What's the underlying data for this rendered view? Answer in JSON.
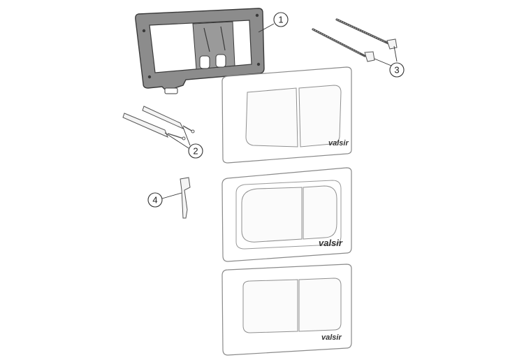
{
  "callouts": [
    {
      "id": "frame",
      "label": "1"
    },
    {
      "id": "wall-plugs",
      "label": "2"
    },
    {
      "id": "threaded-rods",
      "label": "3"
    },
    {
      "id": "linkage-rod",
      "label": "4"
    }
  ],
  "plates": [
    {
      "style": "square",
      "brand": "valsir"
    },
    {
      "style": "oval",
      "brand": "valsir"
    },
    {
      "style": "rounded",
      "brand": "valsir"
    }
  ],
  "colors": {
    "frame_fill": "#8c8c8c",
    "frame_stroke": "#3a3a3a",
    "outline": "#8a8a8a",
    "text": "#222222"
  }
}
